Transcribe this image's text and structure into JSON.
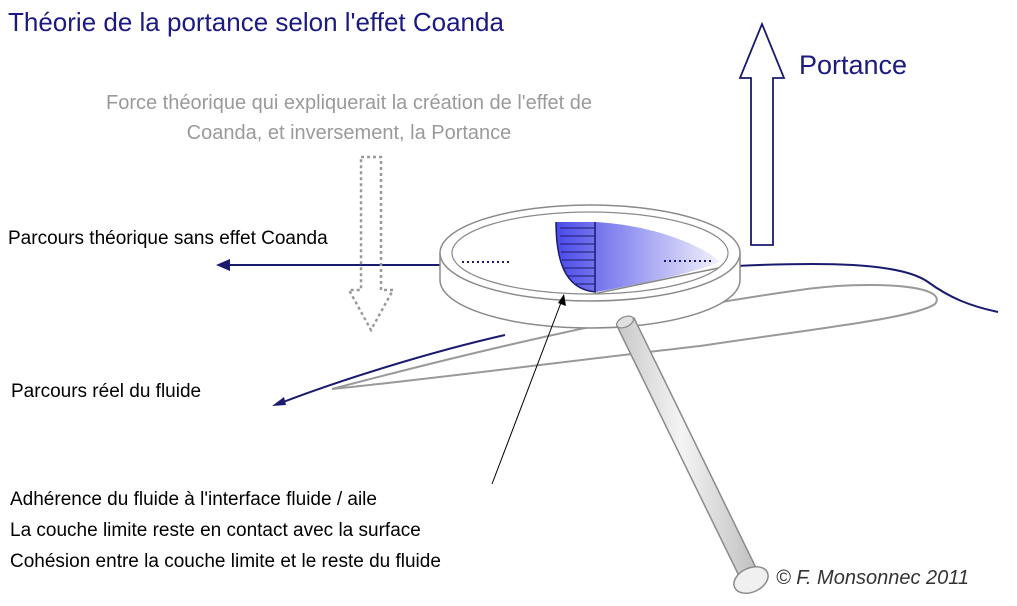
{
  "title": "Théorie de la portance selon l'effet Coanda",
  "lift_label": "Portance",
  "force_text": "Force théorique qui expliquerait la création de l'effet de Coanda, et inversement, la Portance",
  "path_theoretical_label": "Parcours théorique sans effet Coanda",
  "path_real_label": "Parcours réel du fluide",
  "boundary_lines": [
    "Adhérence du fluide à l'interface fluide / aile",
    "La couche limite reste en contact avec la surface",
    "Cohésion entre la couche limite et le reste du fluide"
  ],
  "copyright": "© F. Monsonnec 2011",
  "colors": {
    "title": "#1a1a80",
    "flow_line": "#1a1a6e",
    "velocity_fill": "#4a4ae8",
    "hint_grey": "#9a9a9a",
    "wing_outline": "#999999"
  },
  "icons": {
    "lift_arrow": "hollow-up-arrow-icon",
    "force_arrow": "dotted-down-arrow-icon",
    "magnifier": "magnifying-glass-icon"
  }
}
